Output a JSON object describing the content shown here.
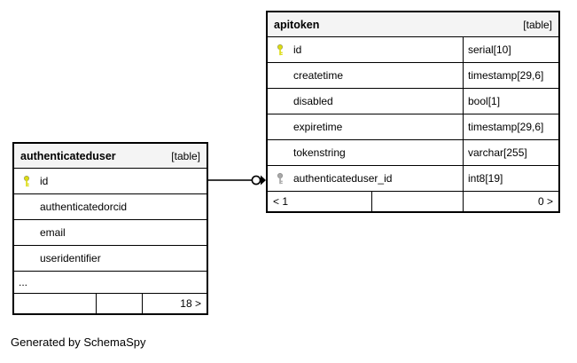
{
  "credit_text": "Generated by SchemaSpy",
  "tables": {
    "apitoken": {
      "title": "apitoken",
      "badge": "[table]",
      "columns": [
        {
          "name": "id",
          "type": "serial[10]",
          "key": "primary"
        },
        {
          "name": "createtime",
          "type": "timestamp[29,6]",
          "key": ""
        },
        {
          "name": "disabled",
          "type": "bool[1]",
          "key": ""
        },
        {
          "name": "expiretime",
          "type": "timestamp[29,6]",
          "key": ""
        },
        {
          "name": "tokenstring",
          "type": "varchar[255]",
          "key": ""
        },
        {
          "name": "authenticateduser_id",
          "type": "int8[19]",
          "key": "foreign"
        }
      ],
      "footer": {
        "left": "< 1",
        "middle": "",
        "right": "0 >"
      }
    },
    "authenticateduser": {
      "title": "authenticateduser",
      "badge": "[table]",
      "columns": [
        {
          "name": "id",
          "key": "primary"
        },
        {
          "name": "authenticatedorcid",
          "key": ""
        },
        {
          "name": "email",
          "key": ""
        },
        {
          "name": "useridentifier",
          "key": ""
        }
      ],
      "ellipsis": "...",
      "footer": {
        "left": "",
        "middle": "",
        "right": "18 >"
      }
    }
  },
  "relationship": {
    "from_table": "authenticateduser",
    "from_column": "id",
    "to_table": "apitoken",
    "to_column": "authenticateduser_id"
  },
  "colors": {
    "primary_key": "#dcdc14",
    "foreign_key": "#a8a8a8",
    "header_bg": "#f4f4f4",
    "border": "#000000",
    "connector": "#3a3a3a"
  }
}
